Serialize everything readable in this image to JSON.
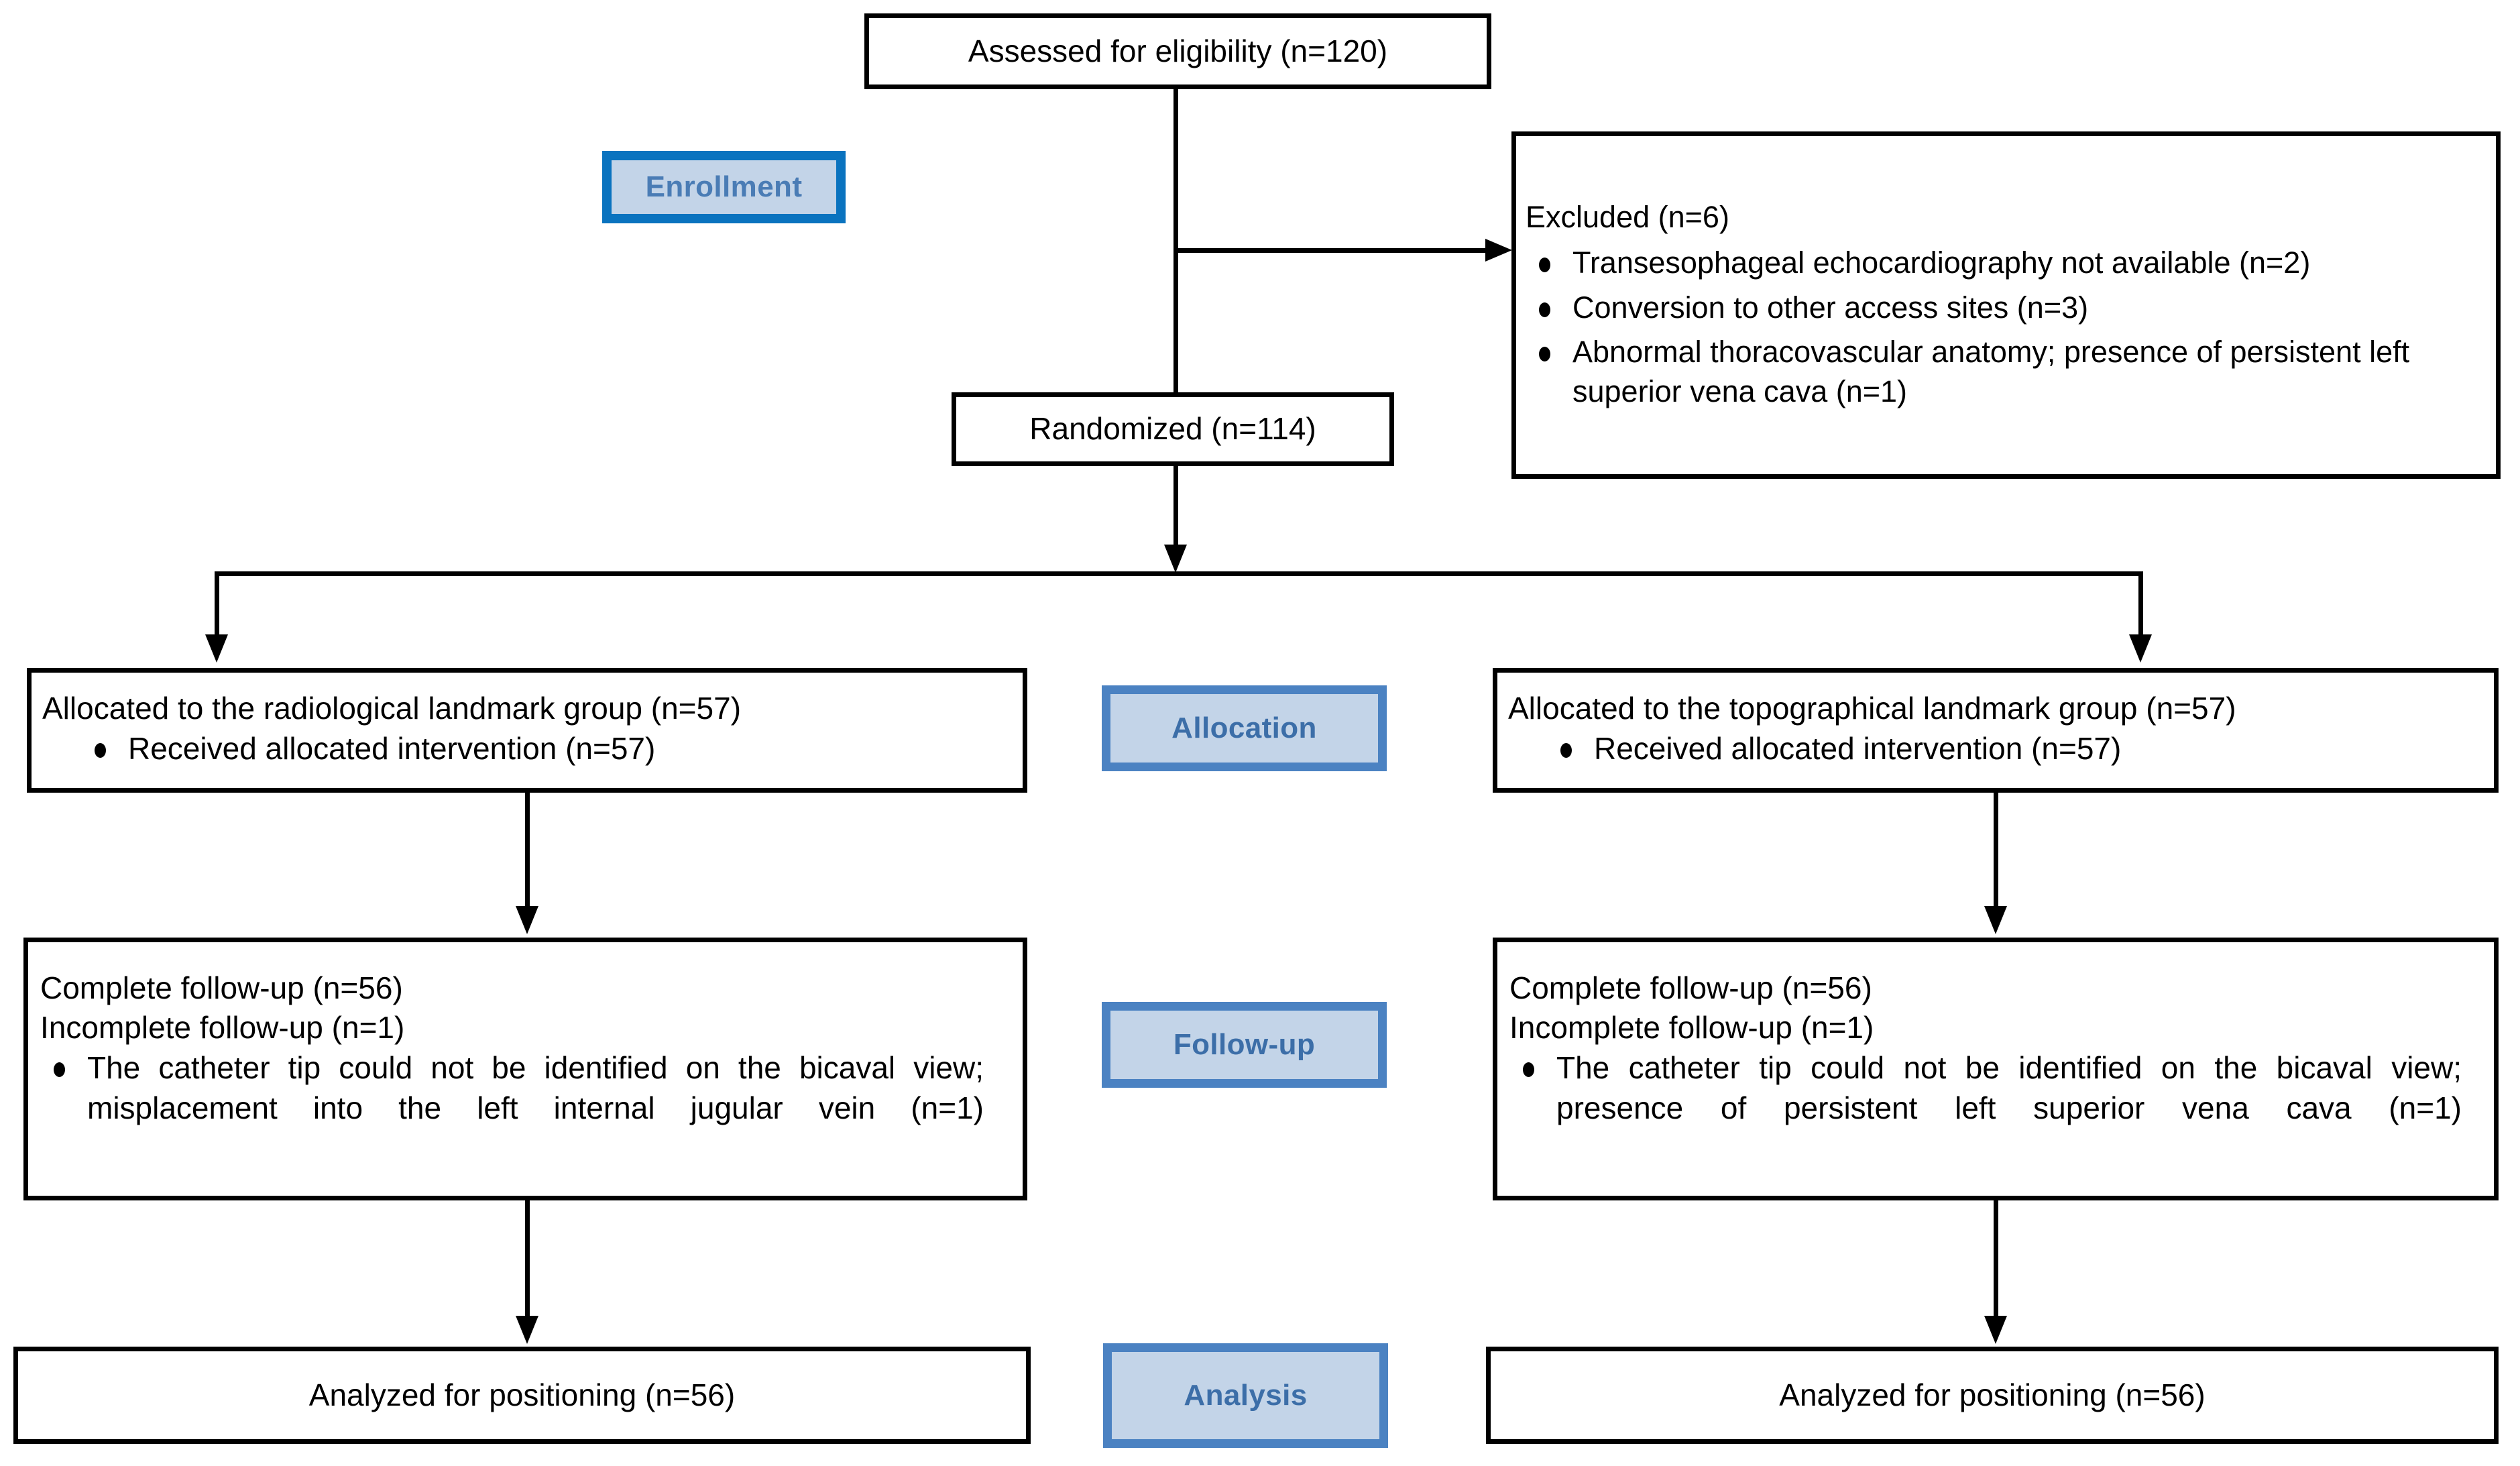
{
  "diagram": {
    "title": "CONSORT participant flow diagram",
    "type": "consort-flowchart"
  },
  "colors": {
    "enrollment_badge_border": "#0a73bf",
    "stage_badge_border": "#4b82c2",
    "badge_fill": "#c3d4e8",
    "badge_text": "#4472a8",
    "box_border": "#000000",
    "box_fill": "#ffffff",
    "text": "#000000"
  },
  "stages": {
    "enrollment": "Enrollment",
    "allocation": "Allocation",
    "followup": "Follow-up",
    "analysis": "Analysis"
  },
  "boxes": {
    "eligibility": {
      "text": "Assessed for eligibility (n=120)"
    },
    "excluded": {
      "heading": "Excluded (n=6)",
      "items": [
        "Transesophageal echocardiography not available (n=2)",
        "Conversion to other access sites (n=3)",
        "Abnormal thoracovascular anatomy; presence of persistent left superior vena cava (n=1)"
      ]
    },
    "randomized": {
      "text": "Randomized (n=114)"
    },
    "alloc_left": {
      "heading": "Allocated to the radiological landmark group (n=57)",
      "items": [
        "Received allocated intervention (n=57)"
      ]
    },
    "alloc_right": {
      "heading": "Allocated to the topographical landmark group (n=57)",
      "items": [
        "Received allocated intervention (n=57)"
      ]
    },
    "followup_left": {
      "line1": "Complete follow-up (n=56)",
      "line2": "Incomplete follow-up (n=1)",
      "items": [
        "The catheter tip could not be identified on the bicaval view; misplacement into the left internal jugular vein (n=1)"
      ]
    },
    "followup_right": {
      "line1": "Complete follow-up (n=56)",
      "line2": "Incomplete follow-up (n=1)",
      "items": [
        "The catheter tip could not be identified on the bicaval view; presence of persistent left superior vena cava (n=1)"
      ]
    },
    "analyzed_left": {
      "text": "Analyzed for positioning (n=56)"
    },
    "analyzed_right": {
      "text": "Analyzed for positioning (n=56)"
    }
  },
  "counts": {
    "assessed": 120,
    "excluded_total": 6,
    "excluded_tee_unavailable": 2,
    "excluded_conversion": 3,
    "excluded_anatomy": 1,
    "randomized": 114,
    "allocated_each_arm": 57,
    "received_intervention_each_arm": 57,
    "complete_followup_each_arm": 56,
    "incomplete_followup_each_arm": 1,
    "analyzed_each_arm": 56
  }
}
